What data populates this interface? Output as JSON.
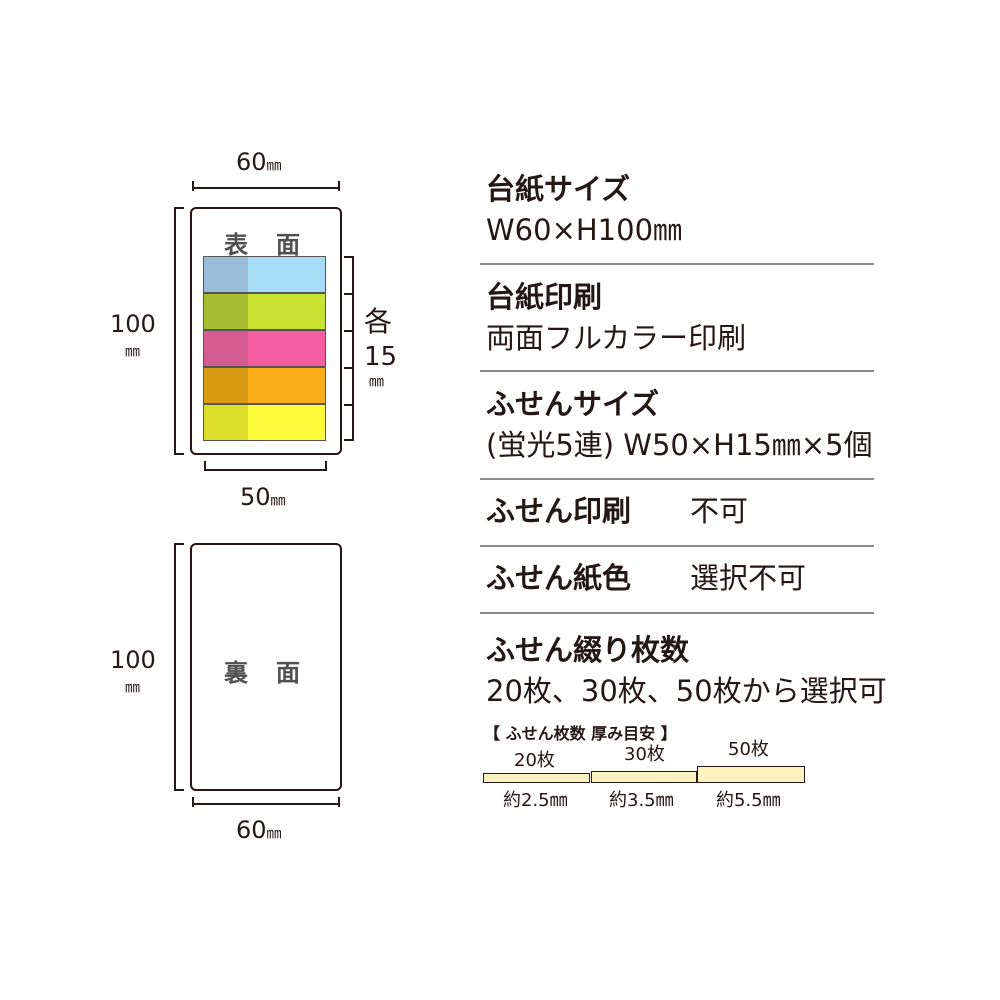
{
  "front": {
    "face_label": "表　面",
    "width_top": {
      "value": "60",
      "unit": "㎜"
    },
    "height_left": {
      "value": "100",
      "unit": "㎜"
    },
    "strip_width": {
      "value": "50",
      "unit": "㎜"
    },
    "strip_each": {
      "prefix": "各",
      "value": "15",
      "unit": "㎜"
    },
    "strips": [
      {
        "tab_color": "#9bbcd8",
        "body_color": "#a7dcf6"
      },
      {
        "tab_color": "#a5bd2f",
        "body_color": "#c8e234"
      },
      {
        "tab_color": "#d65b91",
        "body_color": "#f45d9f"
      },
      {
        "tab_color": "#d99a14",
        "body_color": "#fbad1a"
      },
      {
        "tab_color": "#dbde2a",
        "body_color": "#fdfb3a"
      }
    ]
  },
  "back": {
    "face_label": "裏　面",
    "height_left": {
      "value": "100",
      "unit": "㎜"
    },
    "width_bottom": {
      "value": "60",
      "unit": "㎜"
    }
  },
  "specs": {
    "mount_size": {
      "title": "台紙サイズ",
      "value": "W60×H100㎜"
    },
    "mount_print": {
      "title": "台紙印刷",
      "value": "両面フルカラー印刷"
    },
    "note_size": {
      "title": "ふせんサイズ",
      "value": "(蛍光5連) W50×H15㎜×5個"
    },
    "note_print": {
      "title": "ふせん印刷",
      "value": "不可"
    },
    "note_color": {
      "title": "ふせん紙色",
      "value": "選択不可"
    },
    "note_sheets": {
      "title": "ふせん綴り枚数",
      "value": "20枚、30枚、50枚から選択可"
    }
  },
  "thickness": {
    "heading": "【 ふせん枚数 厚み目安 】",
    "stack_color": "#fbf3c1",
    "items": [
      {
        "sheets": "20枚",
        "approx": "約2.5㎜",
        "thickness_mm": 2.5
      },
      {
        "sheets": "30枚",
        "approx": "約3.5㎜",
        "thickness_mm": 3.5
      },
      {
        "sheets": "50枚",
        "approx": "約5.5㎜",
        "thickness_mm": 5.5
      }
    ]
  }
}
